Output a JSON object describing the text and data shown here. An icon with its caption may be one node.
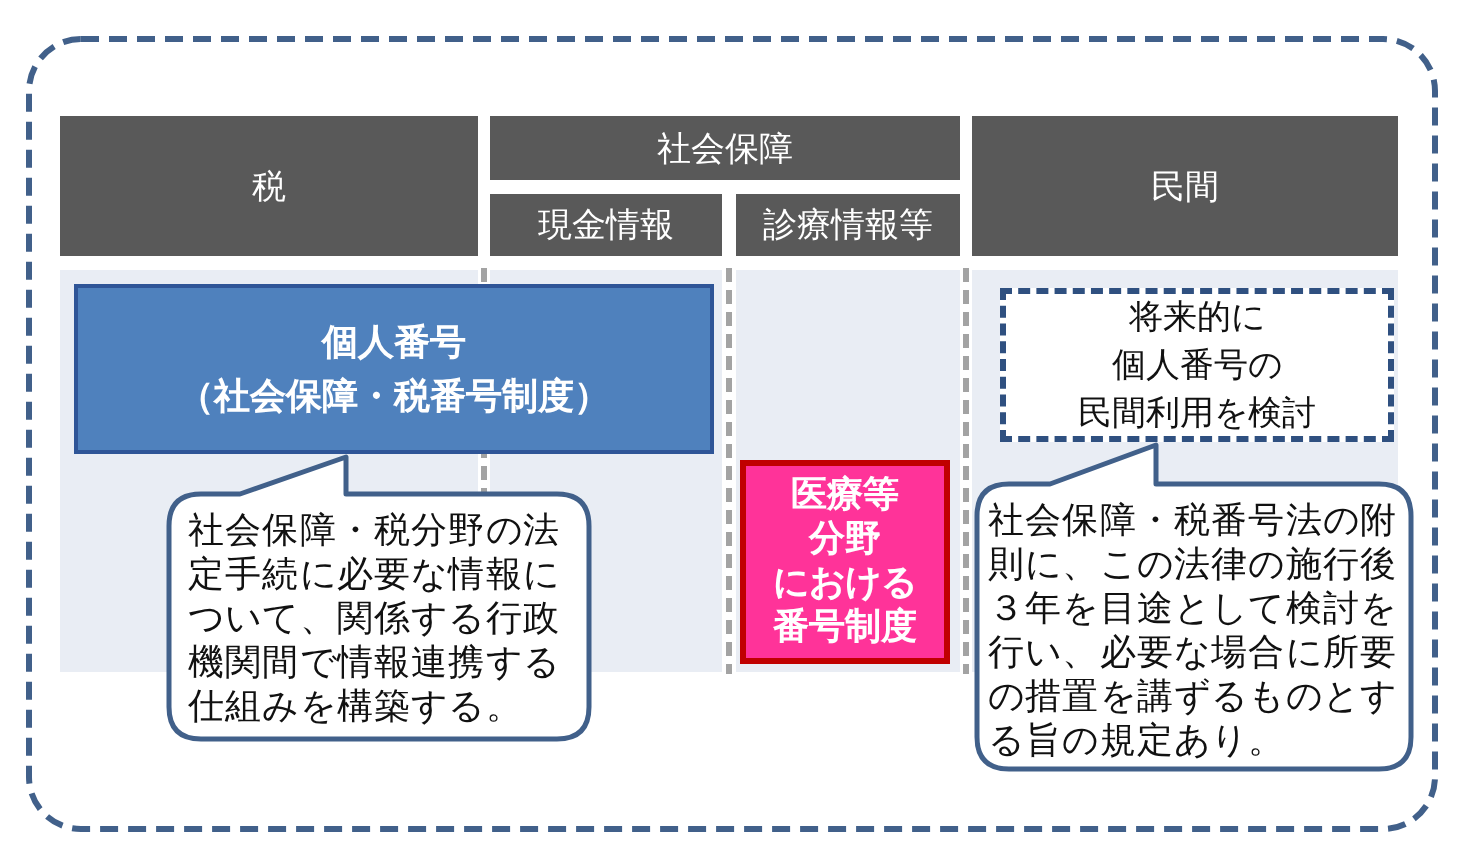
{
  "diagram": {
    "nodes": [
      {
        "text": [
          "税"
        ]
      },
      {
        "text": [
          "社会保障"
        ]
      },
      {
        "text": [
          "現金情報"
        ]
      },
      {
        "text": [
          "診療情報等"
        ]
      },
      {
        "text": [
          "民間"
        ]
      },
      {
        "text": [
          "個人番号",
          "（社会保障・税番号制度）"
        ]
      },
      {
        "text": [
          "社会保障・税分野の法定手続に必要な情報について、関係する行政機関間で情報連携する仕組みを構築する。"
        ]
      },
      {
        "text": [
          "医療等分野における番号制度"
        ]
      },
      {
        "text": [
          "将来的に個人番号の民間利用を検討"
        ]
      },
      {
        "text": [
          "社会保障・税番号法の附則に、この法律の施行後３年を目途として検討を行い、必要な場合に所要の措置を講ずるものとする旨の規定あり。"
        ]
      }
    ]
  }
}
